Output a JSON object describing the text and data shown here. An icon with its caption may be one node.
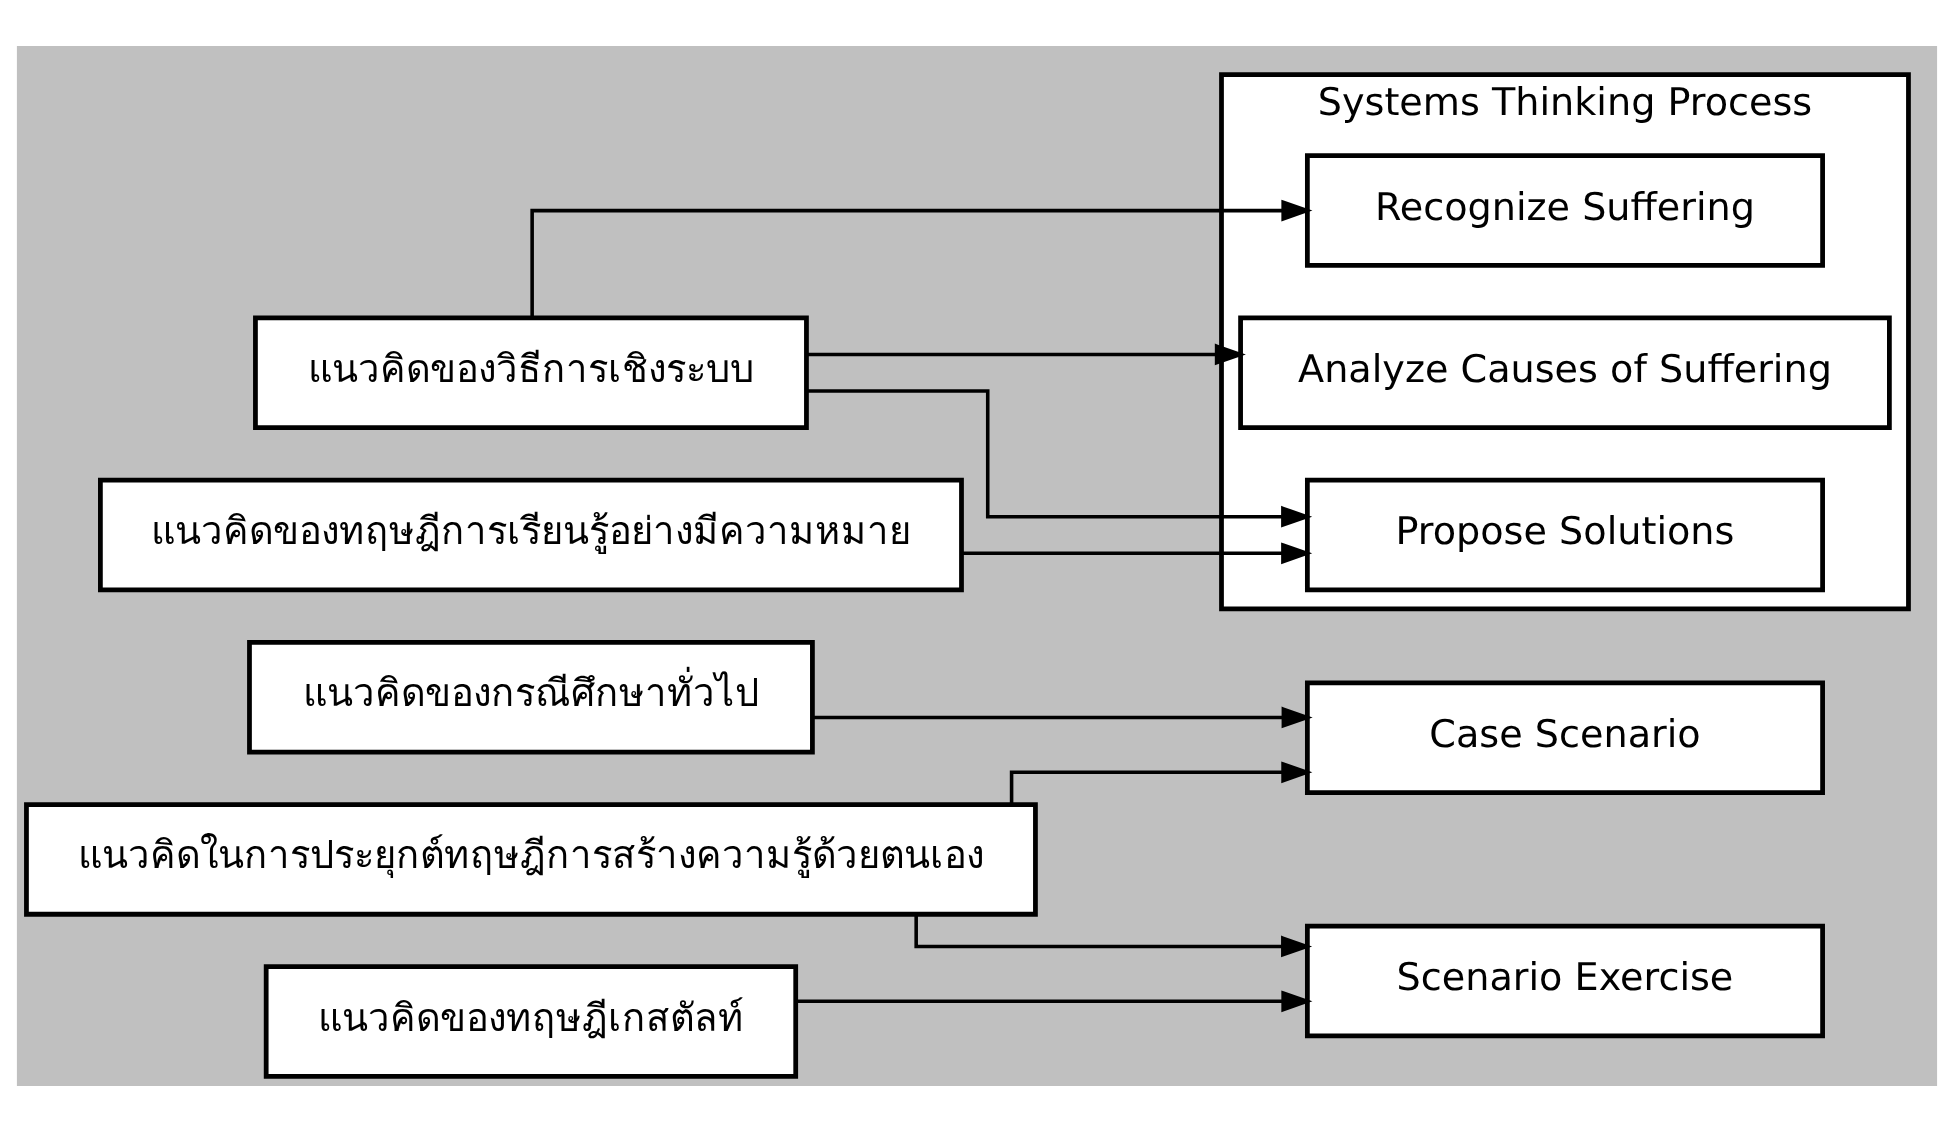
{
  "diagram": {
    "nodes": [
      {
        "text": [
          "แนวคิดของกรณีศึกษาทั่วไป"
        ]
      },
      {
        "text": [
          "แนวคิดในการประยุกต์ทฤษฎีการสร้างความรู้ด้วยตนเอง"
        ]
      },
      {
        "text": [
          "แนวคิดของทฤษฎีเกสตัลท์"
        ]
      },
      {
        "text": [
          "แนวคิดของวิธีการเชิงระบบ"
        ]
      },
      {
        "text": [
          "แนวคิดของทฤษฎีการเรียนรู้อย่างมีความหมาย"
        ]
      },
      {
        "text": [
          "Case Scenario"
        ]
      },
      {
        "text": [
          "Scenario Exercise"
        ]
      },
      {
        "text": [
          "Systems Thinking Process"
        ]
      },
      {
        "text": [
          "Recognize Suffering"
        ],
        "in": 7
      },
      {
        "text": [
          "Analyze Causes of Suffering"
        ],
        "in": 7
      },
      {
        "text": [
          "Propose Solutions"
        ],
        "in": 7
      }
    ],
    "edges": [
      {
        "from": 0,
        "to": 5,
        "arrow": "to"
      },
      {
        "from": 1,
        "to": 5,
        "arrow": "to"
      },
      {
        "from": 1,
        "to": 6,
        "arrow": "to"
      },
      {
        "from": 2,
        "to": 6,
        "arrow": "to"
      },
      {
        "from": 3,
        "to": 8,
        "arrow": "to"
      },
      {
        "from": 3,
        "to": 9,
        "arrow": "to"
      },
      {
        "from": 3,
        "to": 10,
        "arrow": "to"
      },
      {
        "from": 4,
        "to": 10,
        "arrow": "to"
      }
    ]
  }
}
